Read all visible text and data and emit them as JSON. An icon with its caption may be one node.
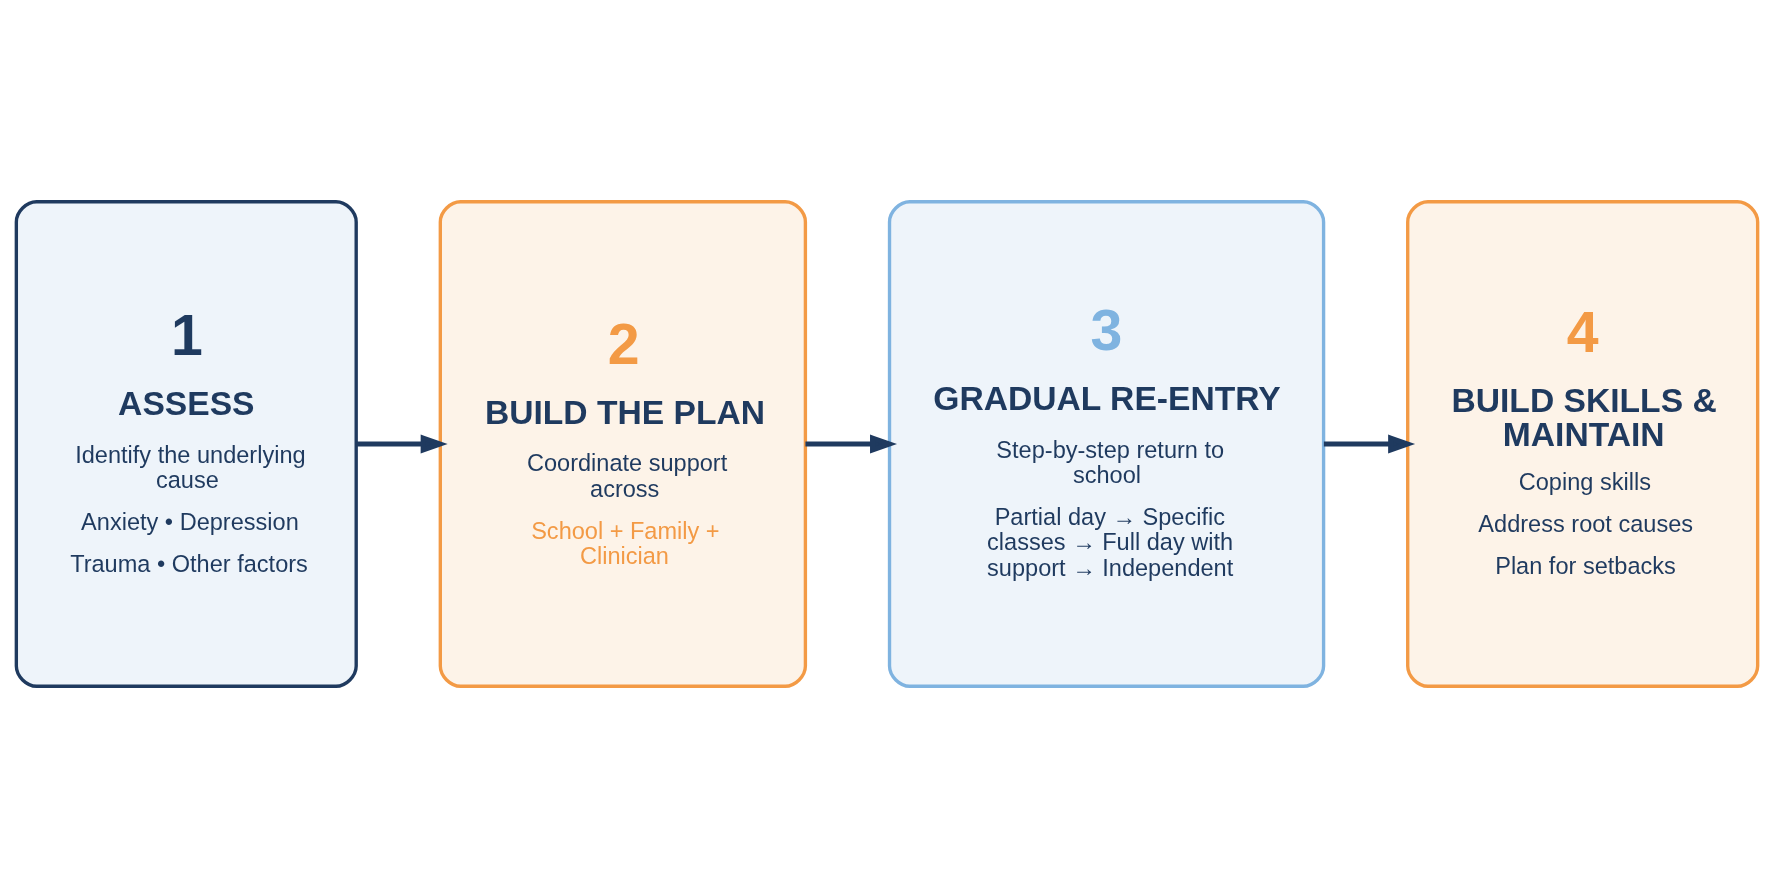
{
  "diagram": {
    "nodes": [
      {
        "text": [
          "1",
          "ASSESS",
          "Identify the underlying cause",
          "Anxiety • Depression",
          "Trauma • Other factors"
        ]
      },
      {
        "text": [
          "2",
          "BUILD THE PLAN",
          "Coordinate support across",
          "School + Family + Clinician"
        ]
      },
      {
        "text": [
          "3",
          "GRADUAL RE-ENTRY",
          "Step-by-step return to school",
          "Partial day → Specific classes → Full day with support → Independent"
        ]
      },
      {
        "text": [
          "4",
          "BUILD SKILLS & MAINTAIN",
          "Coping skills",
          "Address root causes",
          "Plan for setbacks"
        ]
      }
    ],
    "edges": [
      {
        "from": 0,
        "to": 1,
        "arrow": "to"
      },
      {
        "from": 1,
        "to": 2,
        "arrow": "to"
      },
      {
        "from": 2,
        "to": 3,
        "arrow": "to"
      }
    ]
  }
}
